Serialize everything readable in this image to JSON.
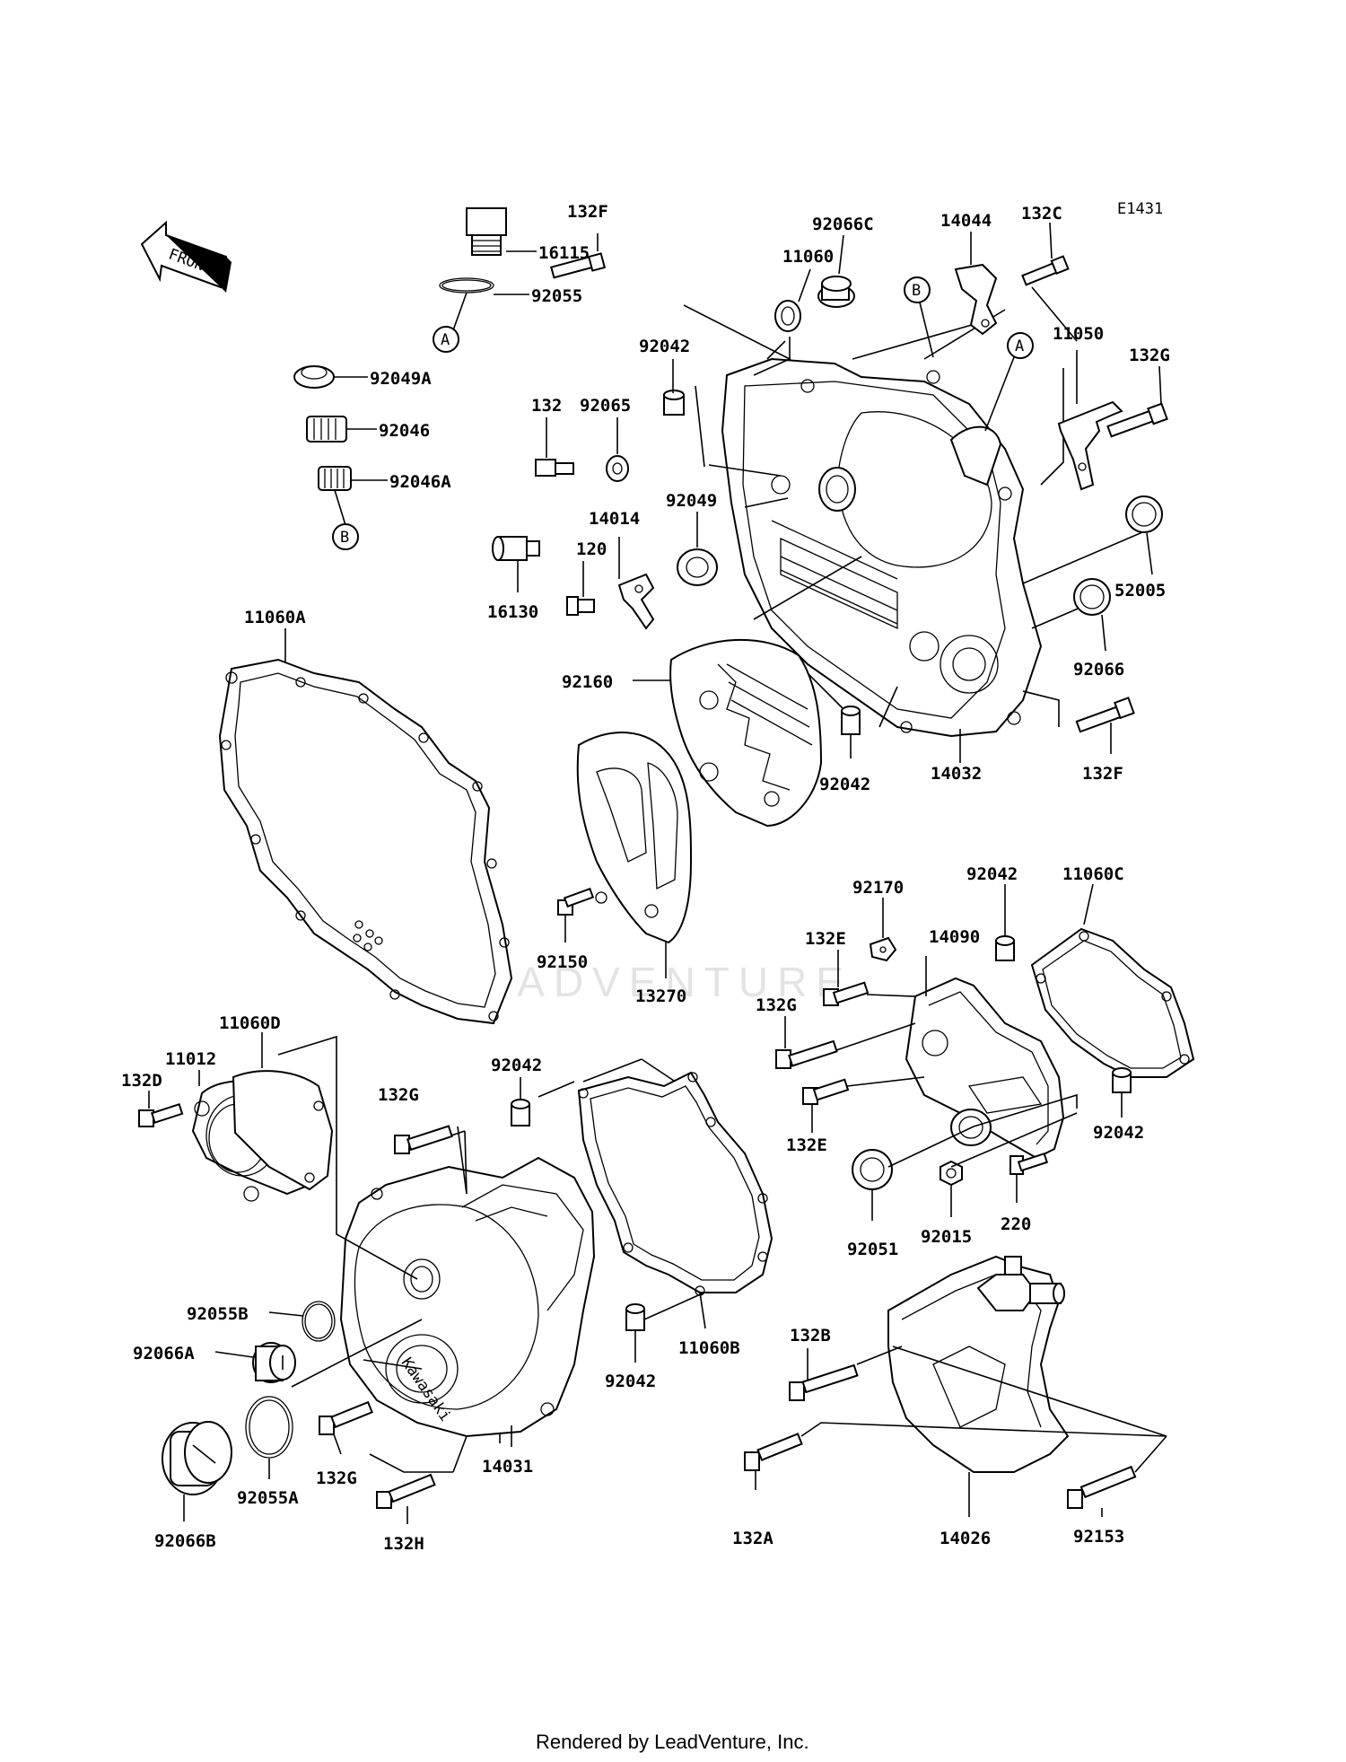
{
  "diagram_code": "E1431",
  "front_label": "FRONT",
  "watermark": "LEADVENTURE",
  "footer": "Rendered by LeadVenture, Inc.",
  "markers": {
    "a1": "A",
    "a2": "A",
    "b1": "B",
    "b2": "B"
  },
  "labels": {
    "p16115": "16115",
    "p92055": "92055",
    "p92049A": "92049A",
    "p92046": "92046",
    "p92046A": "92046A",
    "p132F_top": "132F",
    "p11060": "11060",
    "p92066C": "92066C",
    "p14044": "14044",
    "p132C": "132C",
    "p11050": "11050",
    "p132G_top": "132G",
    "p92042_a": "92042",
    "p132": "132",
    "p92065": "92065",
    "p92049": "92049",
    "p14014": "14014",
    "p120": "120",
    "p16130": "16130",
    "p52005": "52005",
    "p92066": "92066",
    "p11060A": "11060A",
    "p92160": "92160",
    "p92042_b": "92042",
    "p14032": "14032",
    "p132F_bot": "132F",
    "p92150": "92150",
    "p13270": "13270",
    "p92042_c": "92042",
    "p11060C": "11060C",
    "p92170": "92170",
    "p14090": "14090",
    "p132E_a": "132E",
    "p132G_mid": "132G",
    "p132E_b": "132E",
    "p92042_d": "92042",
    "p92051": "92051",
    "p92015": "92015",
    "p220": "220",
    "p11060D": "11060D",
    "p11012": "11012",
    "p132D": "132D",
    "p132G_l": "132G",
    "p92042_e": "92042",
    "p92055B": "92055B",
    "p92066A": "92066A",
    "p92042_f": "92042",
    "p11060B": "11060B",
    "p132G_bot": "132G",
    "p92055A": "92055A",
    "p14031": "14031",
    "p132B": "132B",
    "p92066B": "92066B",
    "p132H": "132H",
    "p132A": "132A",
    "p14026": "14026",
    "p92153": "92153"
  }
}
